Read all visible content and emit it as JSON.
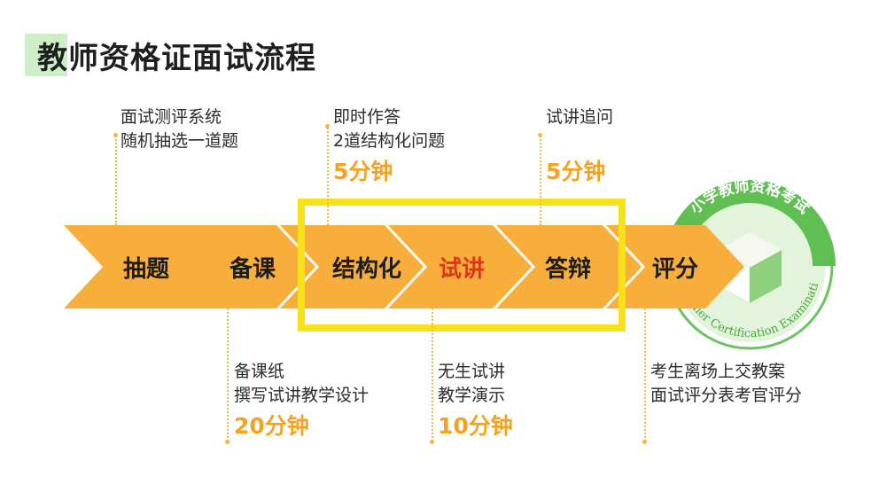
{
  "title": "教师资格证面试流程",
  "steps": [
    {
      "label": "抽题"
    },
    {
      "label": "备课"
    },
    {
      "label": "结构化"
    },
    {
      "label": "试讲"
    },
    {
      "label": "答辩"
    },
    {
      "label": "评分"
    }
  ],
  "annotations": {
    "draw": {
      "lines": [
        "面试测评系统",
        "随机抽选一道题"
      ]
    },
    "prepare": {
      "lines": [
        "备课纸",
        "撰写试讲教学设计"
      ],
      "duration": "20分钟"
    },
    "structured": {
      "lines": [
        "即时作答",
        "2道结构化问题"
      ],
      "duration": "5分钟"
    },
    "lecture": {
      "lines": [
        "无生试讲",
        "教学演示"
      ],
      "duration": "10分钟"
    },
    "defense": {
      "lines": [
        "试讲追问"
      ],
      "duration": "5分钟"
    },
    "scoring": {
      "lines": [
        "考生离场上交教案",
        "面试评分表考官评分"
      ]
    }
  },
  "seal": {
    "top_text": "小学教师资格考试",
    "bottom_text": "al Teacher Certification Examination"
  },
  "colors": {
    "arrow": "#f7ae3b",
    "duration": "#f5a21e",
    "highlight": "#f7e21a",
    "accent_text": "#e2341c",
    "seal_green": "#5fbf52",
    "title_block": "#cdeec6"
  }
}
